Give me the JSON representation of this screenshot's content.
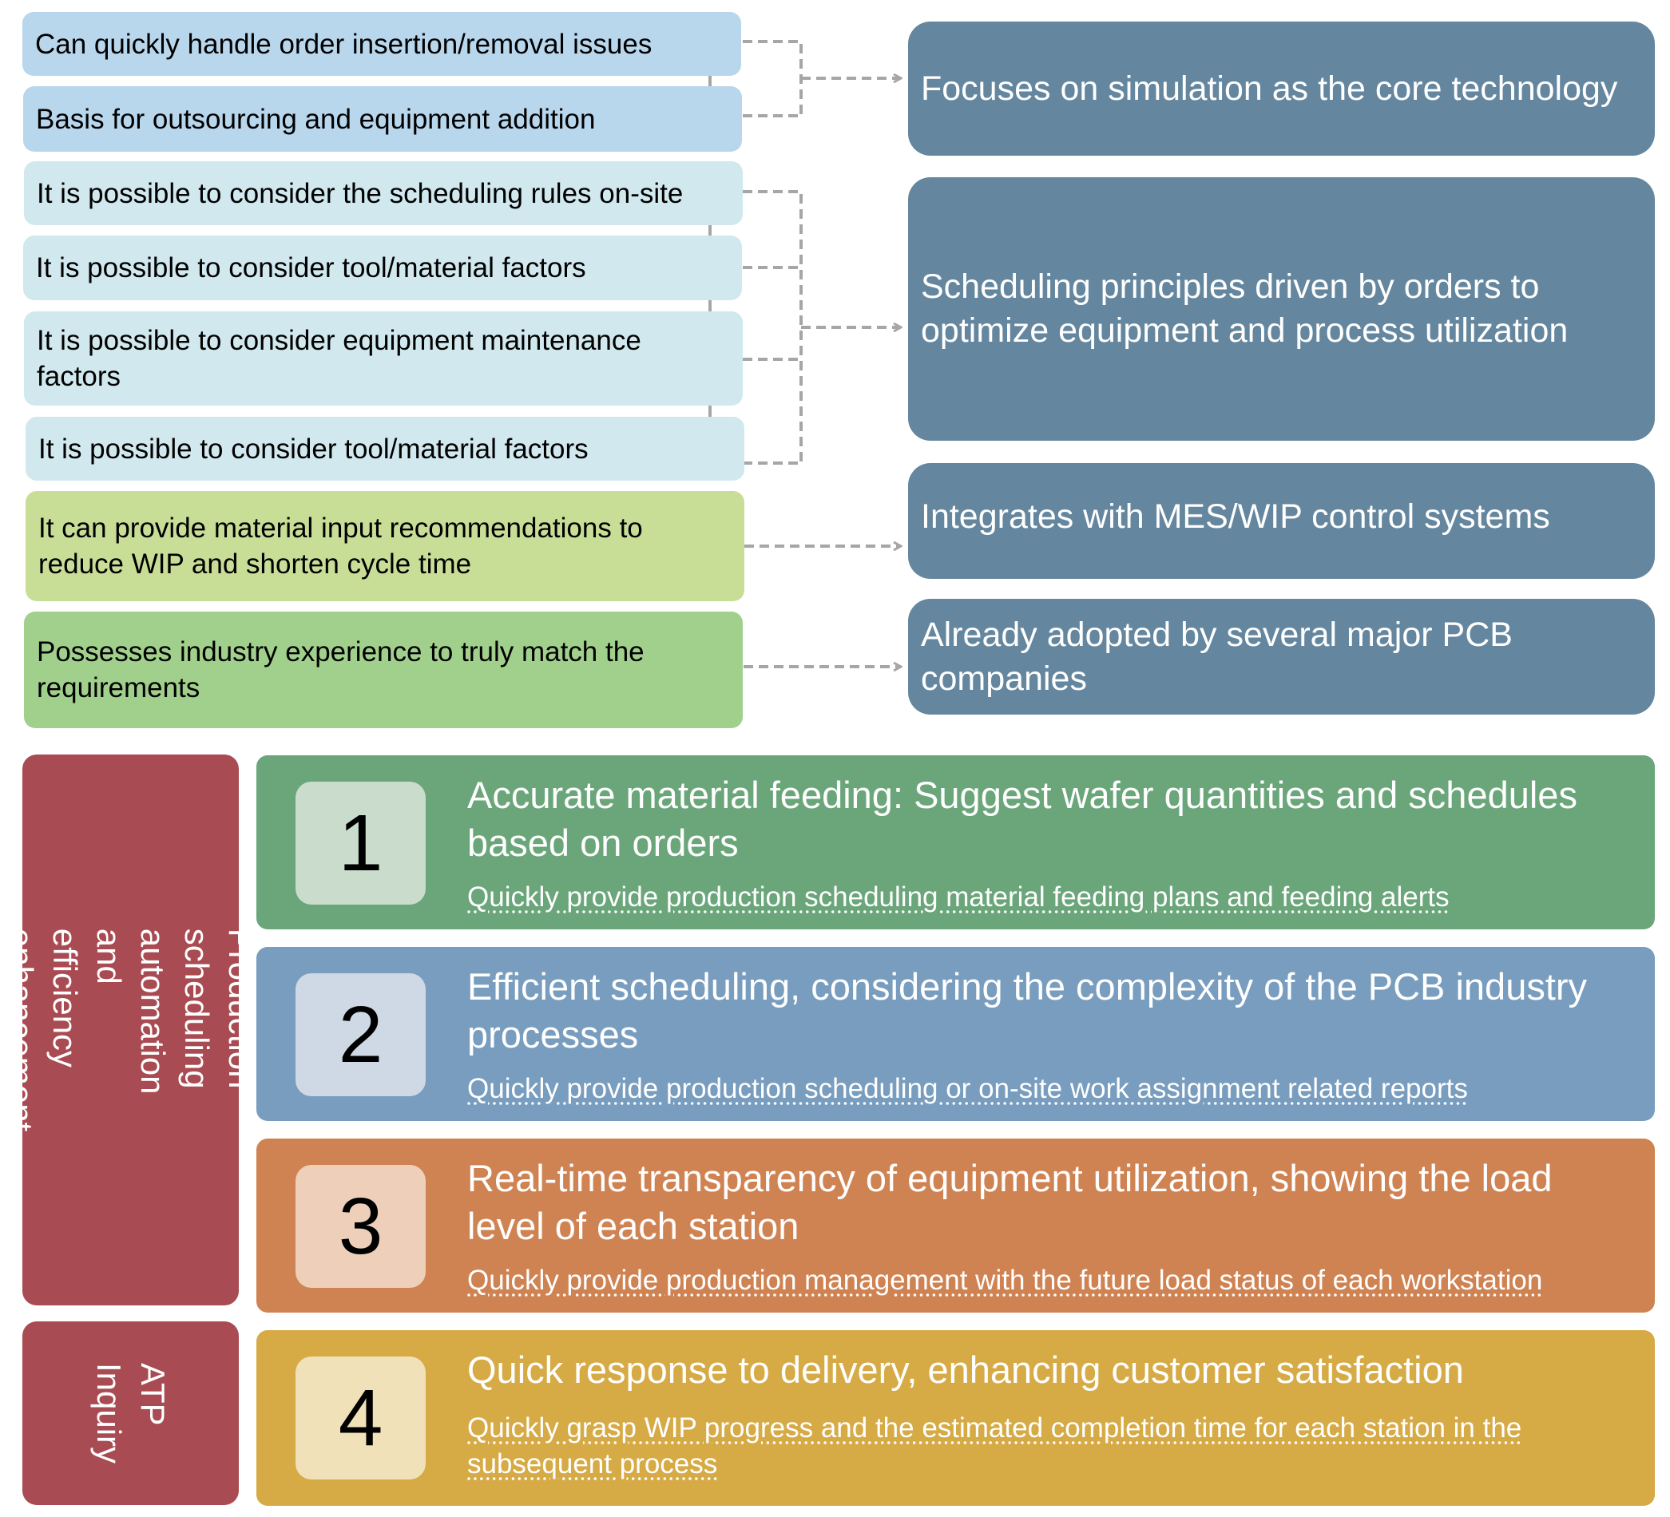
{
  "features": {
    "f1": "Can quickly handle order insertion/removal issues",
    "f2": "Basis for outsourcing and equipment addition",
    "f3": "It is possible to consider the scheduling rules on-site",
    "f4": "It is possible to consider tool/material factors",
    "f5": "It is possible to consider equipment maintenance factors",
    "f6": "It is possible to consider tool/material factors",
    "f7": "It can provide material input recommendations to reduce WIP and shorten cycle time",
    "f8": "Possesses industry experience to truly match the requirements"
  },
  "results": {
    "r1": "Focuses on simulation as the core technology",
    "r2": "Scheduling principles driven by orders to optimize equipment and process utilization",
    "r3": "Integrates with MES/WIP control systems",
    "r4": "Already adopted by several major PCB companies"
  },
  "side_labels": {
    "production": "Production scheduling\nautomation and efficiency\nenhancement",
    "atp": "ATP\nInquiry"
  },
  "bands": [
    {
      "number": "1",
      "title": "Accurate material feeding: Suggest wafer quantities and schedules based on orders",
      "subtitle": "Quickly provide production scheduling material feeding plans and feeding alerts"
    },
    {
      "number": "2",
      "title": "Efficient scheduling, considering the complexity of the PCB industry processes",
      "subtitle": "Quickly provide production scheduling or on-site work assignment related reports"
    },
    {
      "number": "3",
      "title": "Real-time transparency of equipment utilization, showing the load level of each station",
      "subtitle": "Quickly provide production management with the future load status of each workstation"
    },
    {
      "number": "4",
      "title": "Quick response to delivery, enhancing customer satisfaction",
      "subtitle": "Quickly grasp WIP progress and the estimated completion time for each station in the subsequent process"
    }
  ],
  "colors": {
    "feature_blue": "#b8d6ec",
    "feature_cyan": "#d0e8ee",
    "feature_lime": "#c8de97",
    "feature_green": "#a1d08c",
    "result_slate": "#64869e",
    "side_red": "#a94b52",
    "band_green": "#6aa67a",
    "band_blue": "#789dbe",
    "band_orange": "#d08352",
    "band_gold": "#d6ab46",
    "connector_gray": "#a6a6a6"
  }
}
